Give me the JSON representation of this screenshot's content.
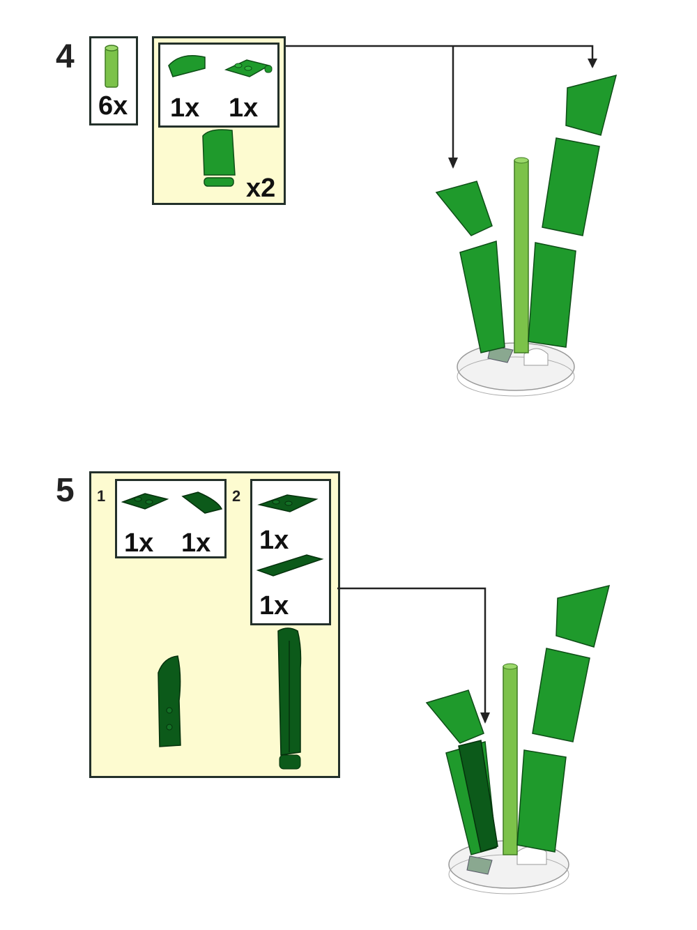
{
  "colors": {
    "bright_green": "#1f9a2c",
    "dark_green": "#0c5a1a",
    "lime_bar": "#7cc24a",
    "callout_bg": "#fdfbd0",
    "base_white": "#f2f2f2",
    "frame": "#23302a"
  },
  "step4": {
    "number": "4",
    "parts_box": {
      "qty": "6x",
      "icon": "green-bar-piece-icon"
    },
    "callout": {
      "parts": [
        {
          "qty": "1x",
          "icon": "curved-slope-piece-icon"
        },
        {
          "qty": "1x",
          "icon": "clip-plate-piece-icon"
        }
      ],
      "multiplier": "x2"
    }
  },
  "step5": {
    "number": "5",
    "sub1": {
      "label": "1",
      "parts": [
        {
          "qty": "1x",
          "icon": "plate-1x2-piece-icon"
        },
        {
          "qty": "1x",
          "icon": "curved-slope-piece-icon"
        }
      ]
    },
    "sub2": {
      "label": "2",
      "parts": [
        {
          "qty": "1x",
          "icon": "clip-plate-piece-icon"
        },
        {
          "qty": "1x",
          "icon": "tile-1x4-piece-icon"
        }
      ]
    }
  }
}
